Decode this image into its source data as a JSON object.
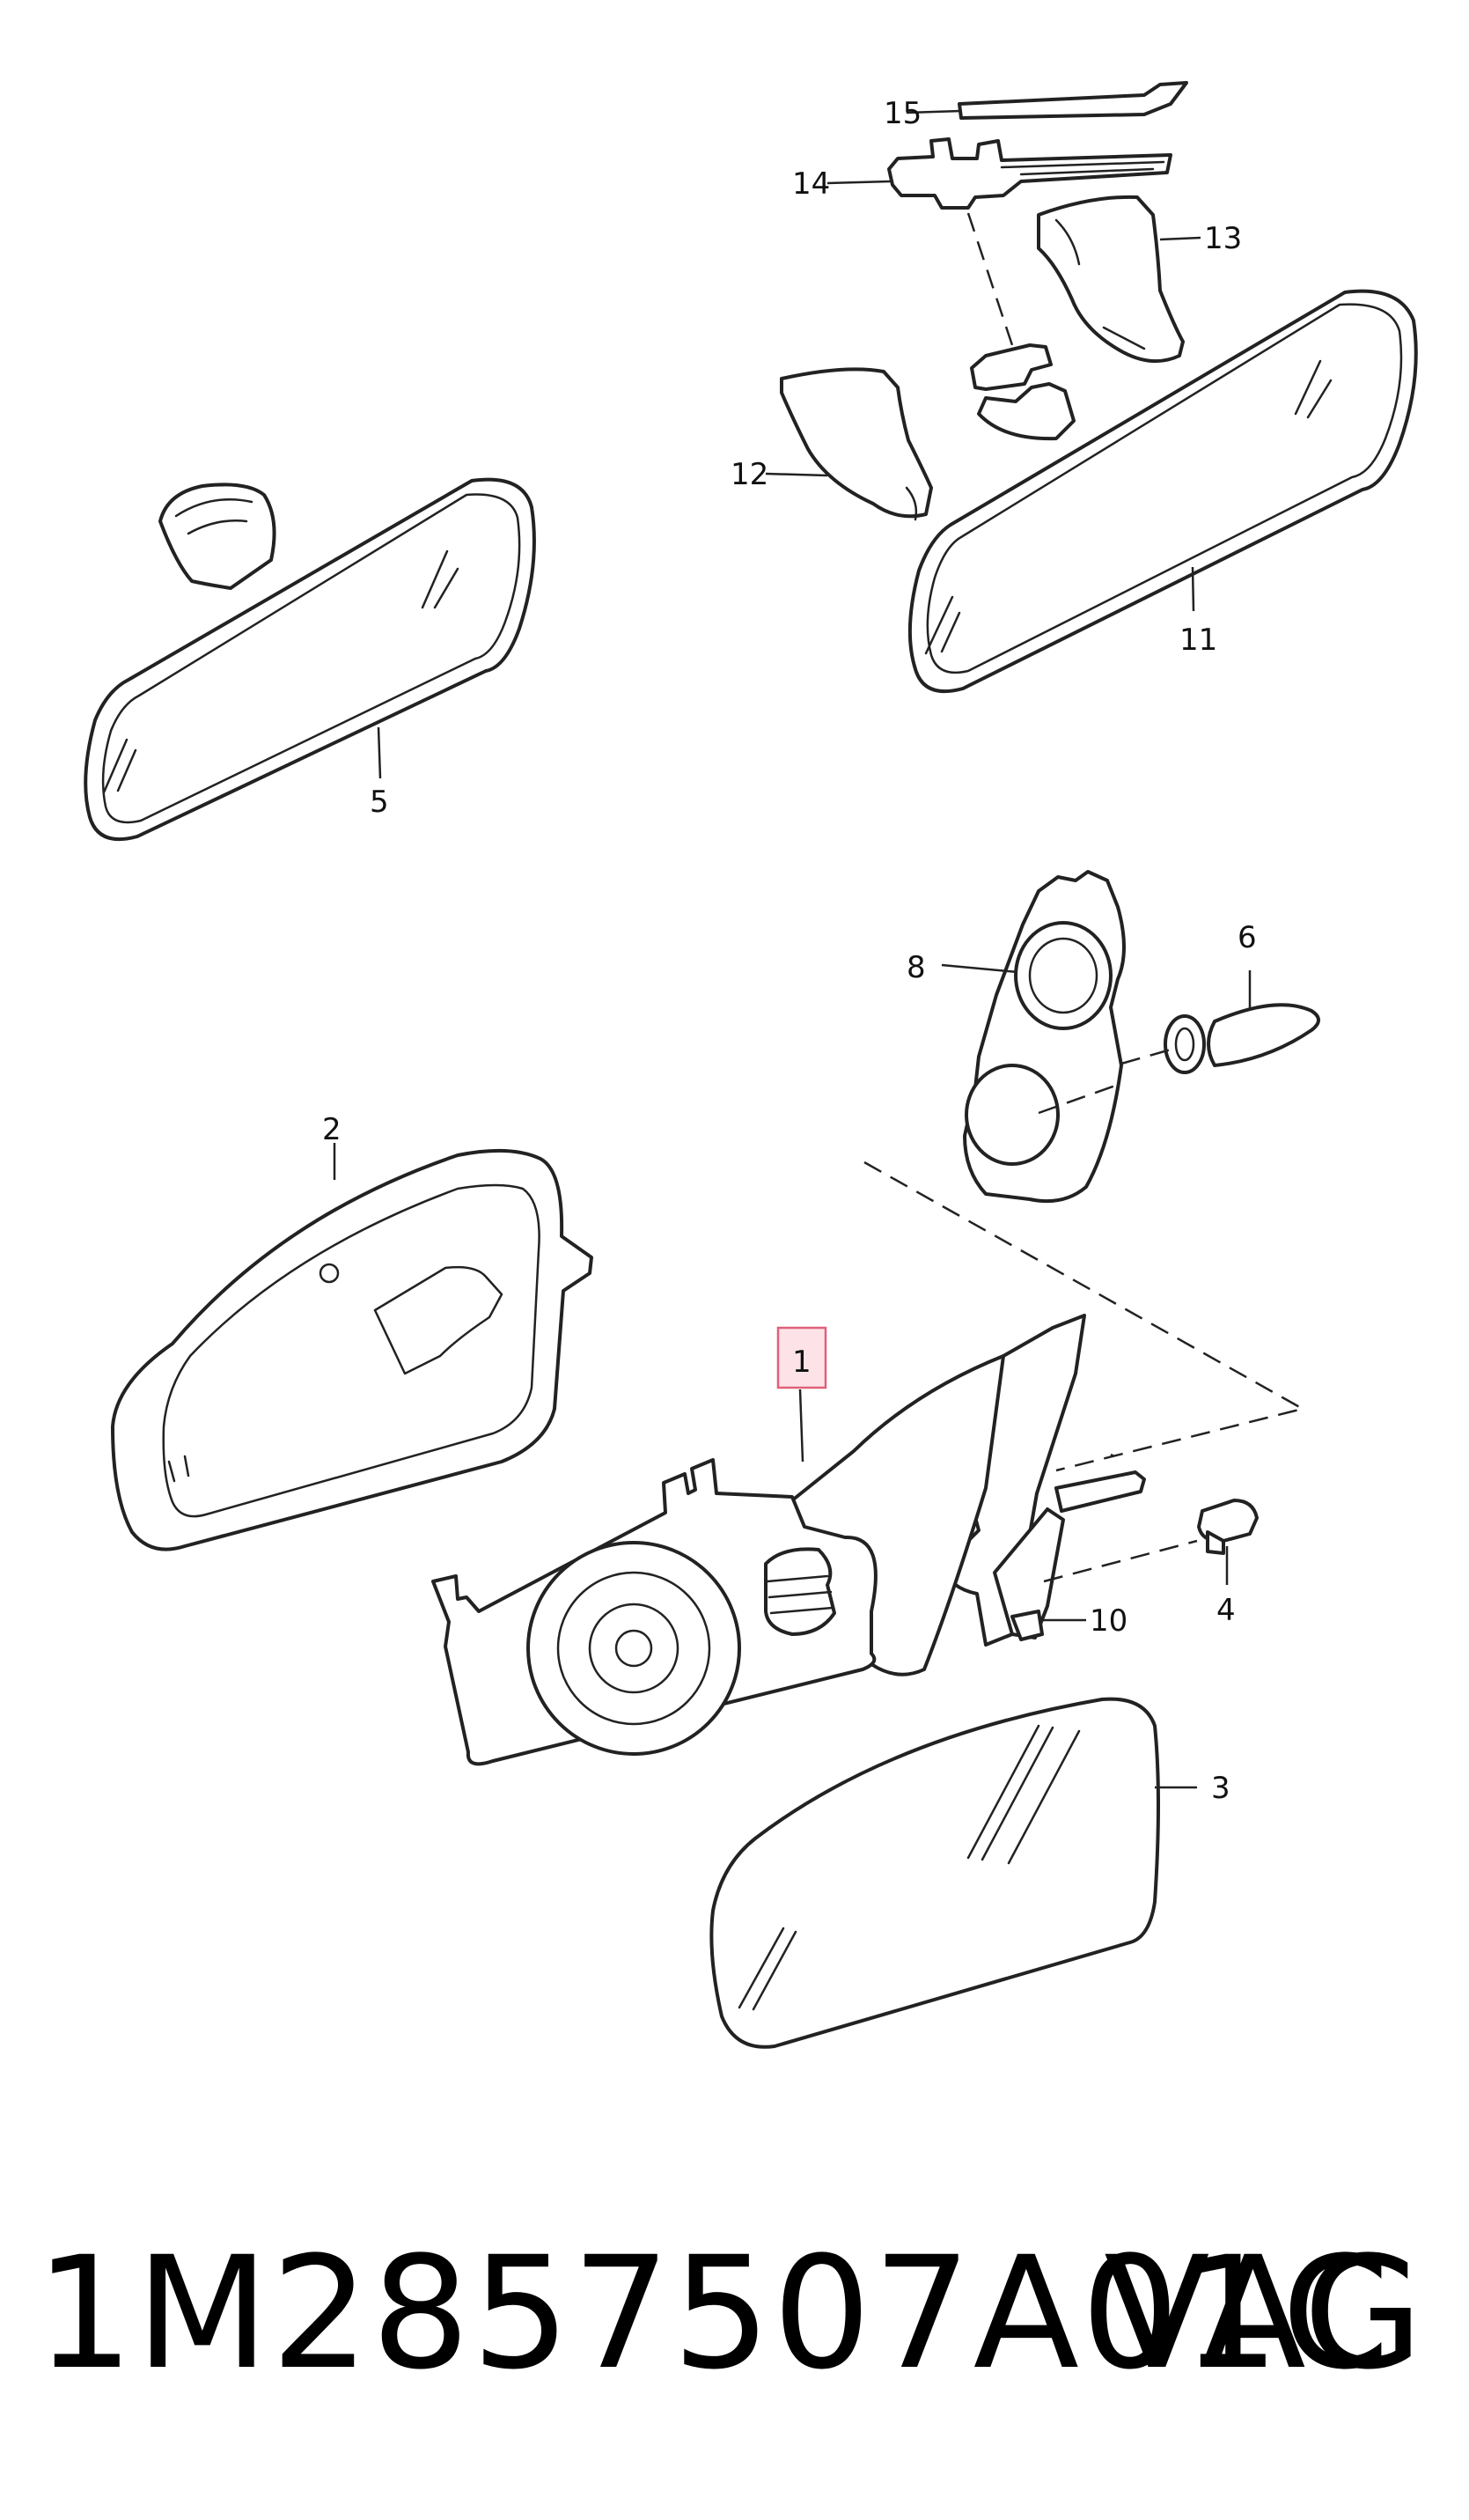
{
  "callouts": {
    "c1": "1",
    "c2": "2",
    "c3": "3",
    "c4": "4",
    "c5": "5",
    "c6": "6",
    "c8": "8",
    "c10": "10",
    "c11": "11",
    "c12": "12",
    "c13": "13",
    "c14": "14",
    "c15": "15"
  },
  "highlighted_callout": "1",
  "highlight_color": "#fde3e8",
  "footer": {
    "part_number": "1M2857507A01C",
    "brand": "VAG"
  }
}
